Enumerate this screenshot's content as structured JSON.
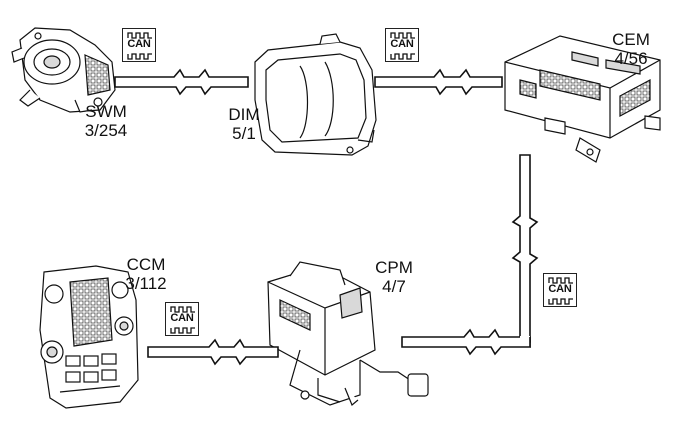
{
  "modules": [
    {
      "id": "swm",
      "name": "SWM",
      "code": "3/254"
    },
    {
      "id": "dim",
      "name": "DIM",
      "code": "5/1"
    },
    {
      "id": "cem",
      "name": "CEM",
      "code": "4/56"
    },
    {
      "id": "ccm",
      "name": "CCM",
      "code": "3/112"
    },
    {
      "id": "cpm",
      "name": "CPM",
      "code": "4/7"
    }
  ],
  "bus": {
    "label": "CAN"
  },
  "colors": {
    "stroke": "#111111",
    "fill": "#ffffff",
    "shade": "#d9d9d9"
  }
}
